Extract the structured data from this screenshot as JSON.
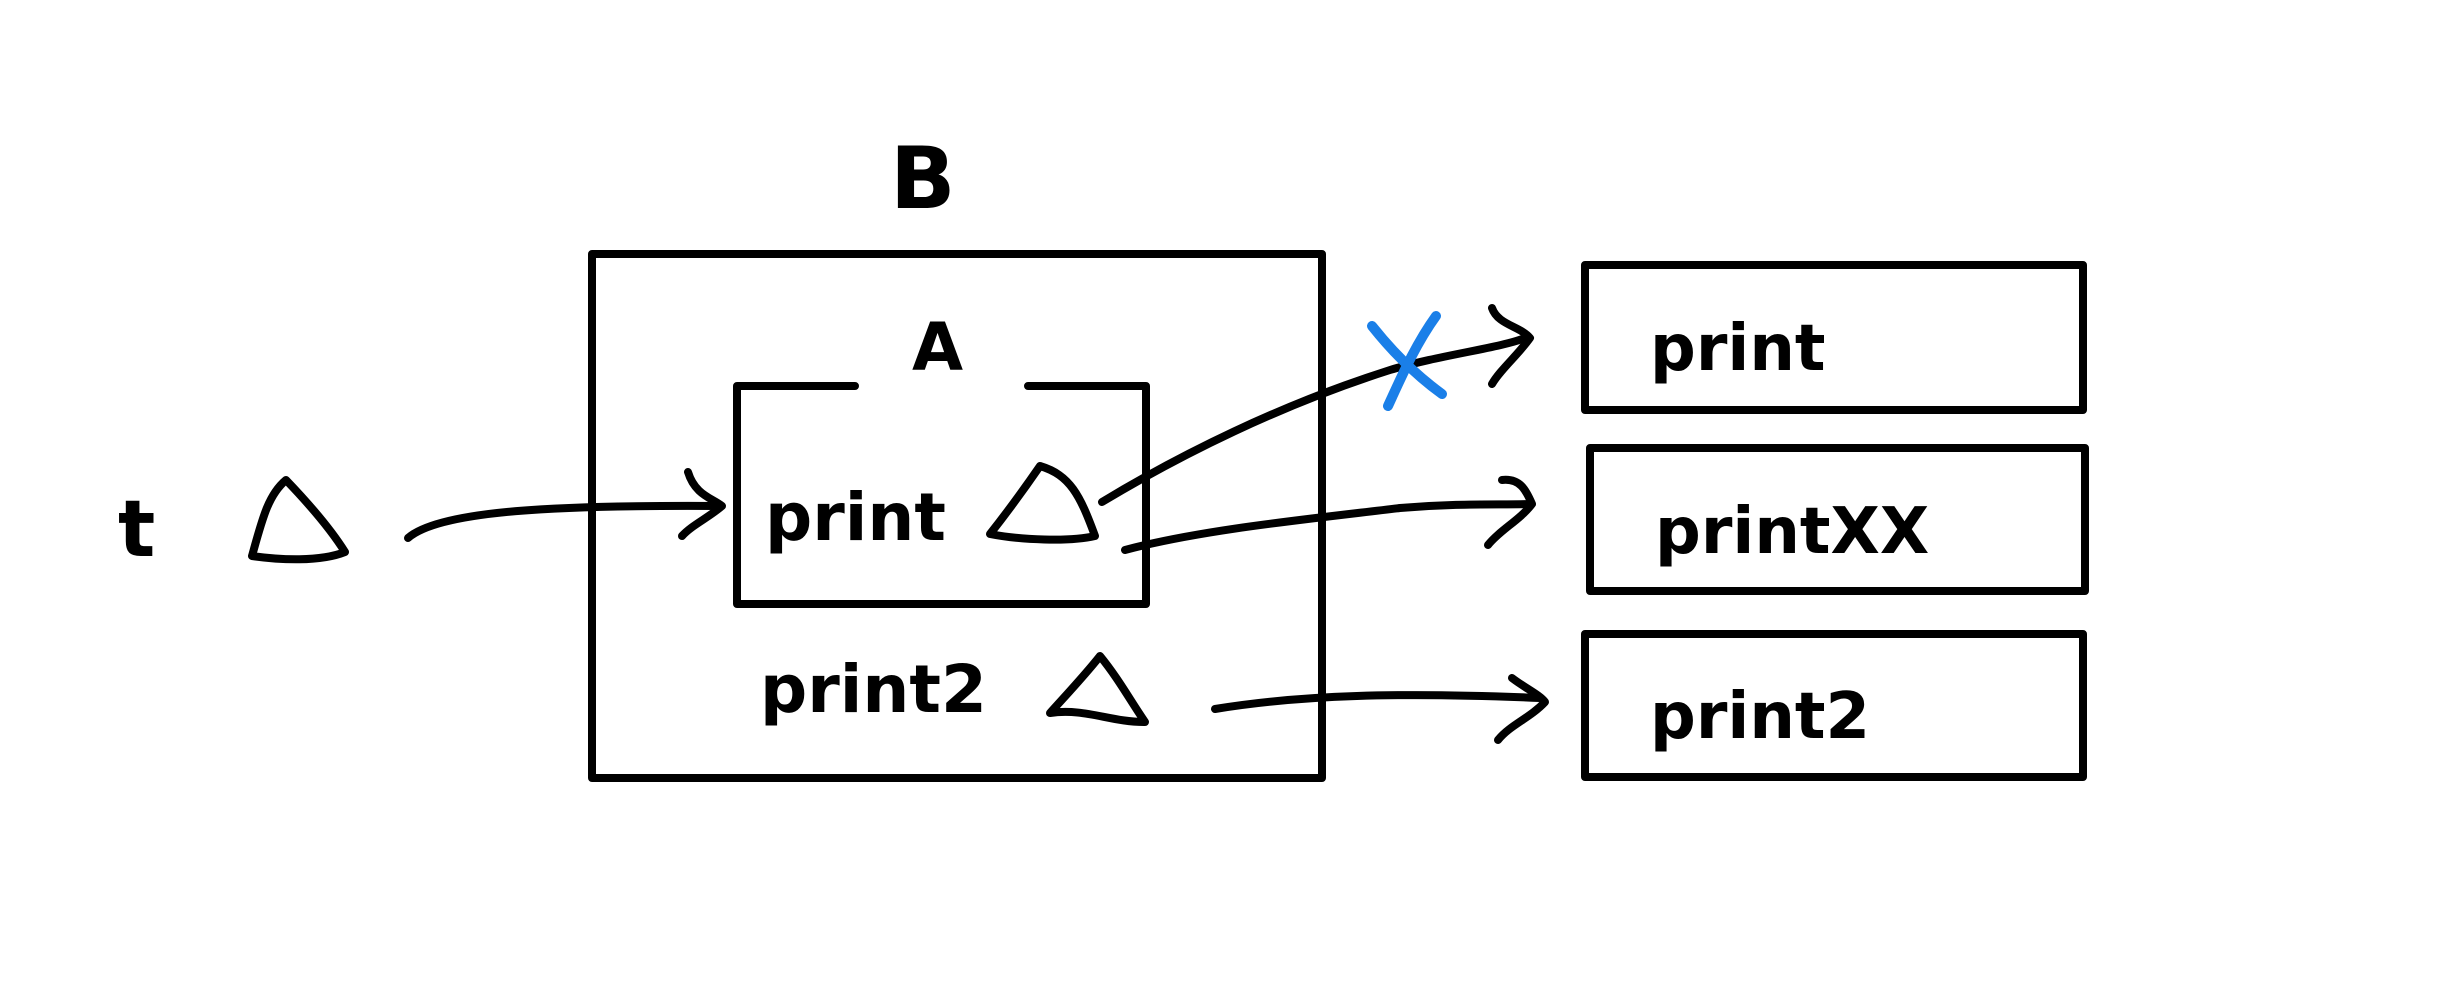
{
  "labels": {
    "outer_box": "B",
    "inner_box": "A",
    "var_t": "t",
    "method_print": "print",
    "method_print2": "print2",
    "impl_print": "print",
    "impl_printxx": "printXX",
    "impl_print2": "print2"
  },
  "colors": {
    "ink": "#000000",
    "cross": "#1a7fe8"
  }
}
